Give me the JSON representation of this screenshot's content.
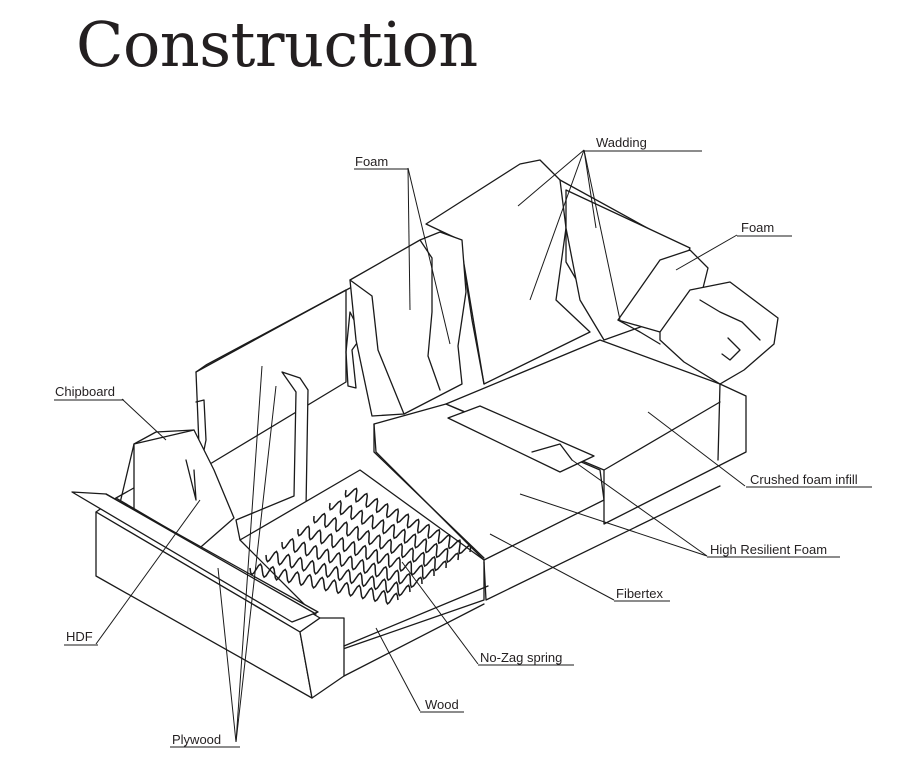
{
  "title": "Construction",
  "labels": {
    "wadding": "Wadding",
    "foam_left": "Foam",
    "foam_right": "Foam",
    "chipboard": "Chipboard",
    "crushed_foam_infill": "Crushed foam infill",
    "high_resilient_foam": "High Resilient Foam",
    "fibertex": "Fibertex",
    "hdf": "HDF",
    "no_zag_spring": "No-Zag spring",
    "wood": "Wood",
    "plywood": "Plywood"
  },
  "colors": {
    "ink": "#1a1a1a",
    "title": "#231f20",
    "background": "#ffffff"
  }
}
